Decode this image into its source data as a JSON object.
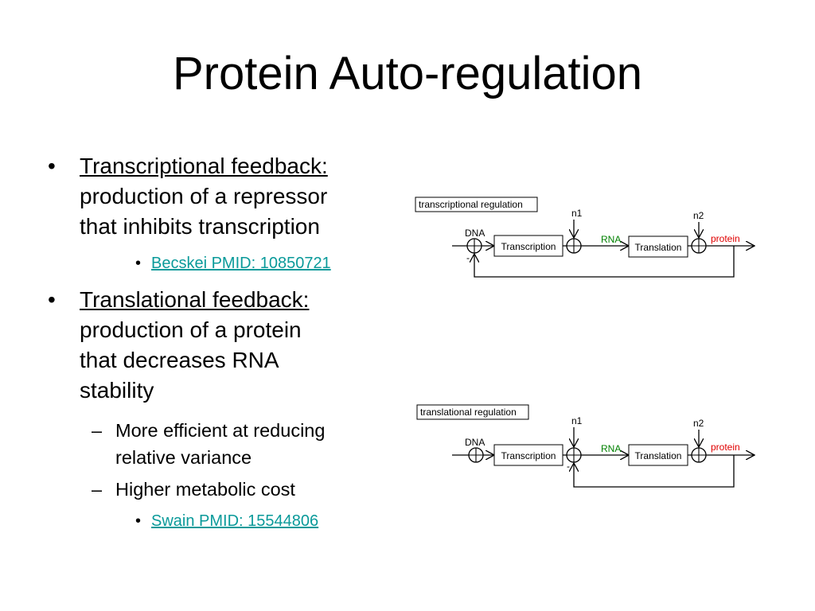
{
  "slide": {
    "title": "Protein Auto-regulation"
  },
  "bullets": {
    "item1": {
      "head": "Transcriptional feedback:",
      "line2": "production of a repressor",
      "line3": "that inhibits transcription",
      "ref": "Becskei PMID: 10850721"
    },
    "item2": {
      "head": "Translational feedback:",
      "line2": "production of a protein",
      "line3": "that decreases RNA",
      "line4": "stability",
      "sub1_line1": "More efficient at reducing",
      "sub1_line2": "relative variance",
      "sub2": "Higher metabolic cost",
      "ref": "Swain PMID: 15544806"
    },
    "bullet_mark": "•",
    "dash_mark": "–"
  },
  "diagram_top": {
    "label": "transcriptional regulation",
    "n1": "n1",
    "n2": "n2",
    "dna": "DNA",
    "minus": "-",
    "transcription": "Transcription",
    "rna": "RNA",
    "translation": "Translation",
    "protein": "protein"
  },
  "diagram_bottom": {
    "label": "translational regulation",
    "n1": "n1",
    "n2": "n2",
    "dna": "DNA",
    "minus": "-",
    "transcription": "Transcription",
    "rna": "RNA",
    "translation": "Translation",
    "protein": "protein"
  },
  "colors": {
    "rna": "#008000",
    "protein": "#e00000",
    "link": "#0a9a9a"
  }
}
